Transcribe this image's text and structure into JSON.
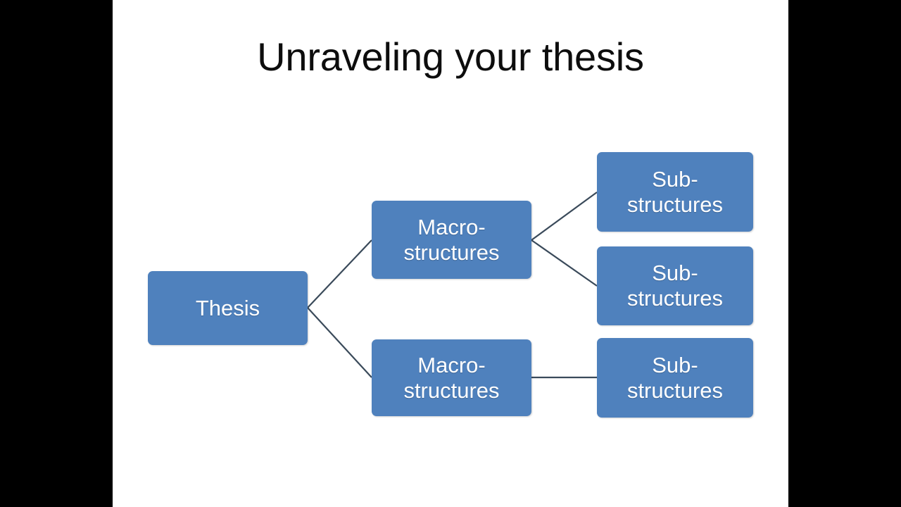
{
  "slide": {
    "title": "Unraveling your thesis",
    "background_color": "#FFFFFF",
    "title_color": "#0D0D0D",
    "letterbox_color": "#000000",
    "node_fill_color": "#4F81BD",
    "node_text_color": "#FFFFFF",
    "connector_color": "#3A4A5A"
  },
  "diagram": {
    "type": "tree",
    "root": "thesis-node",
    "nodes": [
      {
        "id": "thesis-node",
        "label": "Thesis",
        "level": 0
      },
      {
        "id": "macro-node-1",
        "label": "Macro-\nstructures",
        "level": 1
      },
      {
        "id": "macro-node-2",
        "label": "Macro-\nstructures",
        "level": 1
      },
      {
        "id": "sub-node-1",
        "label": "Sub-\nstructures",
        "level": 2
      },
      {
        "id": "sub-node-2",
        "label": "Sub-\nstructures",
        "level": 2
      },
      {
        "id": "sub-node-3",
        "label": "Sub-\nstructures",
        "level": 2
      }
    ],
    "edges": [
      {
        "from": "thesis-node",
        "to": "macro-node-1"
      },
      {
        "from": "thesis-node",
        "to": "macro-node-2"
      },
      {
        "from": "macro-node-1",
        "to": "sub-node-1"
      },
      {
        "from": "macro-node-1",
        "to": "sub-node-2"
      },
      {
        "from": "macro-node-2",
        "to": "sub-node-3"
      }
    ]
  }
}
